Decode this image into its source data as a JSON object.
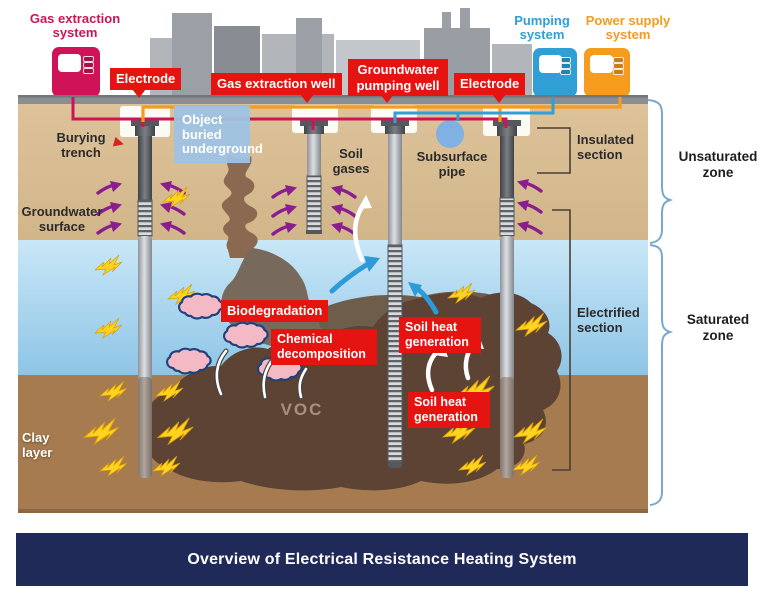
{
  "title_bar": {
    "title": "Overview of Electrical Resistance Heating System"
  },
  "systems": {
    "gas_extraction": {
      "label": "Gas extraction system",
      "color": "#ce1456"
    },
    "pumping": {
      "label": "Pumping system",
      "color": "#2f9fd6"
    },
    "power_supply": {
      "label": "Power supply system",
      "color": "#f59b1e"
    }
  },
  "callouts": {
    "electrode_left": "Electrode",
    "gas_extraction_well": "Gas extraction well",
    "groundwater_pumping_well": "Groundwater pumping well",
    "electrode_right": "Electrode",
    "biodegradation": "Biodegradation",
    "chemical_decomposition": "Chemical decomposition",
    "soil_heat_generation_upper": "Soil heat generation",
    "soil_heat_generation_lower": "Soil heat generation"
  },
  "annotations": {
    "burying_trench": "Burying trench",
    "object_buried_underground": "Object buried underground",
    "soil_gases": "Soil gases",
    "subsurface_pipe": "Subsurface pipe",
    "insulated_section": "Insulated section",
    "groundwater_surface": "Groundwater surface",
    "electrified_section": "Electrified section",
    "clay_layer": "Clay layer",
    "voc": "VOC"
  },
  "zones": {
    "unsaturated": "Unsaturated zone",
    "saturated": "Saturated zone"
  },
  "colors": {
    "callout_red": "#e51410",
    "gas_crimson": "#ce1456",
    "pump_blue": "#2f9fd6",
    "power_orange": "#f59b1e",
    "footer_navy": "#202a58",
    "soil_tan": "#d8bd94",
    "water_blue": "#9ccde9",
    "clay_brown": "#a67b50",
    "voc_dark": "#5d4333",
    "arrow_purple": "#8b1e8f",
    "bolt_yellow": "#ffd31e",
    "cloud_pink": "#f3bac6",
    "brace_blue": "#7aa8cc"
  }
}
